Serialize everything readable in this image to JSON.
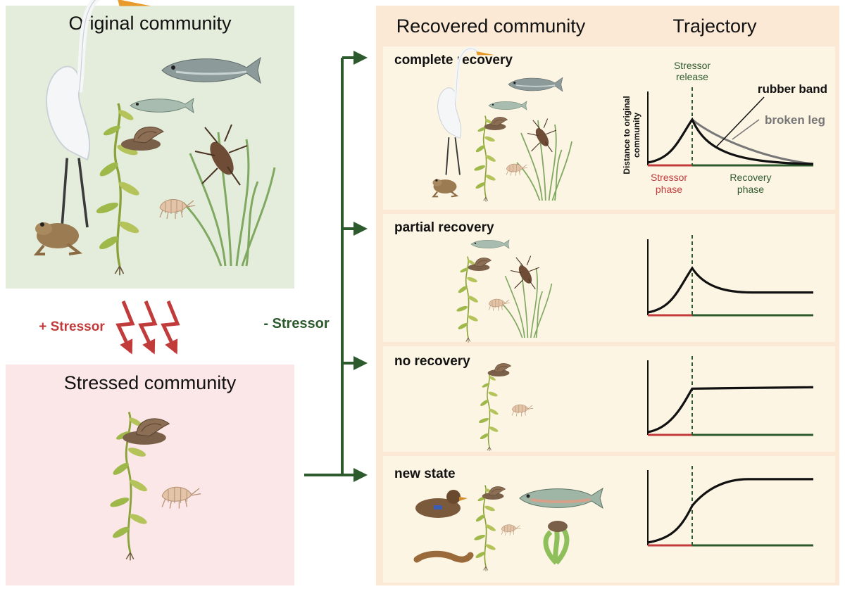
{
  "original": {
    "title": "Original community"
  },
  "stressed": {
    "title": "Stressed community"
  },
  "stressor_add": "+ Stressor",
  "stressor_remove": "- Stressor",
  "recovered_header": "Recovered community",
  "trajectory_header": "Trajectory",
  "scenarios": [
    {
      "label": "complete recovery"
    },
    {
      "label": "partial recovery"
    },
    {
      "label": "no recovery"
    },
    {
      "label": "new state"
    }
  ],
  "trajectory_labels": {
    "stressor_release": [
      "Stressor",
      "release"
    ],
    "y_axis": [
      "Distance to original",
      "community"
    ],
    "rubber_band": "rubber band",
    "broken_leg": "broken leg",
    "stressor_phase": [
      "Stressor",
      "phase"
    ],
    "recovery_phase": [
      "Recovery",
      "phase"
    ]
  },
  "colors": {
    "original_bg": "#e4eddc",
    "stressed_bg": "#fbe7e7",
    "recovered_bg": "#fbe9d6",
    "scenario_bg": "#fdf5e4",
    "stressor_red": "#c23b3b",
    "recovery_green": "#2d5a2d",
    "broken_leg_gray": "#777777"
  }
}
